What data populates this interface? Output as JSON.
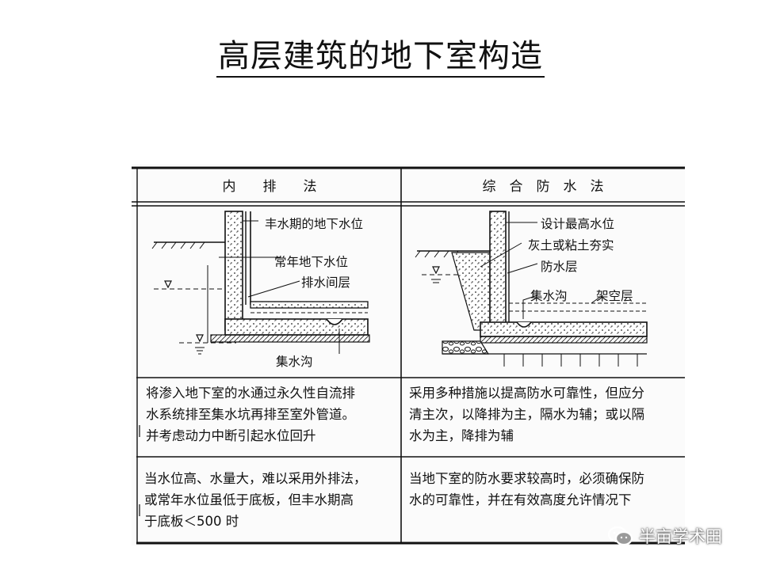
{
  "slide": {
    "title": "高层建筑的地下室构造"
  },
  "table": {
    "headers": [
      "内　　排　　法",
      "综　合　防　水　法"
    ],
    "left_labels": [
      "丰水期的地下水位",
      "常年地下水位",
      "排水间层",
      "集水沟"
    ],
    "right_labels": [
      "设计最高水位",
      "灰土或粘土夯实",
      "防水层",
      "集水沟",
      "架空层"
    ],
    "row2": {
      "left": [
        "将渗入地下室的水通过永久性自流排",
        "水系统排至集水坑再排至室外管道。",
        "并考虑动力中断引起水位回升"
      ],
      "right": [
        "采用多种措施以提高防水可靠性，但应分",
        "清主次，以降排为主，隔水为辅；或以隔",
        "水为主，降排为辅"
      ]
    },
    "row3": {
      "left": [
        "当水位高、水量大，难以采用外排法，",
        "或常年水位虽低于底板，但丰水期高",
        "于底板＜500 时"
      ],
      "right": [
        "当地下室的防水要求较高时，必须确保防",
        "水的可靠性，并在有效高度允许情况下"
      ]
    }
  },
  "watermark": {
    "text": "半亩学术田",
    "icon": "wechat-icon"
  }
}
